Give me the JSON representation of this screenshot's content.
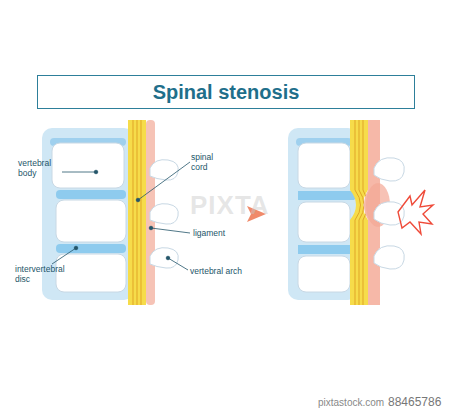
{
  "diagram": {
    "title": "Spinal stenosis",
    "labels": [
      "vertebral body",
      "spinal cord",
      "ligament",
      "vertebral arch",
      "intervertebral disc",
      "PIXTA",
      "pixtastock.com",
      "88465786"
    ]
  }
}
